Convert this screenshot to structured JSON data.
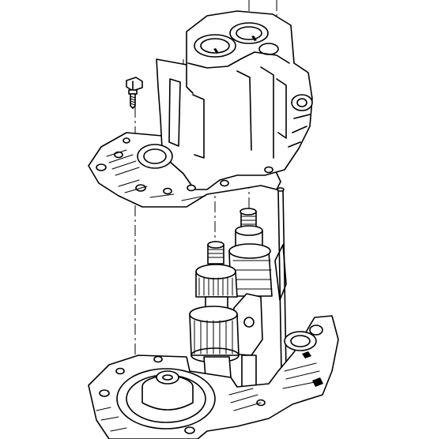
{
  "figure": {
    "kind": "exploded-view line drawing",
    "colors": {
      "ink": "#000000",
      "paper": "#ffffff"
    },
    "parts": [
      {
        "id": "transmission-case-upper",
        "icon": "case-housing"
      },
      {
        "id": "mounting-bolt",
        "icon": "bolt"
      },
      {
        "id": "input-shaft-gear-cluster",
        "icon": "gear-shaft"
      },
      {
        "id": "output-shaft-gear-cluster",
        "icon": "gear-shaft"
      },
      {
        "id": "shift-rail-assembly",
        "icon": "rail"
      },
      {
        "id": "transmission-case-lower",
        "icon": "case-housing"
      }
    ]
  }
}
